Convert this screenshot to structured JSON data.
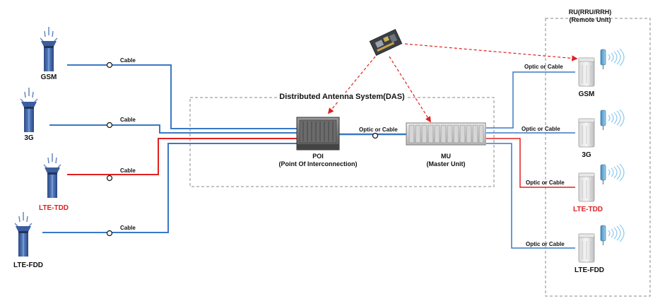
{
  "colors": {
    "blue_line": "#3a78c4",
    "red_line": "#e02020",
    "red_label": "#e01f1f",
    "dashed_border": "#888888"
  },
  "sources": [
    {
      "name": "GSM",
      "highlight": false
    },
    {
      "name": "3G",
      "highlight": false
    },
    {
      "name": "LTE-TDD",
      "highlight": true
    },
    {
      "name": "LTE-FDD",
      "highlight": false
    }
  ],
  "cable_label": "Cable",
  "optic_cable_label": "Optic or Cable",
  "das": {
    "title": "Distributed Antenna System(DAS)",
    "poi": {
      "name": "POI",
      "full": "(Point Of Interconnection)"
    },
    "mu": {
      "name": "MU",
      "full": "(Master Unit)"
    }
  },
  "ru": {
    "title": "RU(RRU/RRH)",
    "subtitle": "(Remote Unit)",
    "units": [
      {
        "name": "GSM",
        "highlight": false
      },
      {
        "name": "3G",
        "highlight": false
      },
      {
        "name": "LTE-TDD",
        "highlight": true
      },
      {
        "name": "LTE-FDD",
        "highlight": false
      }
    ]
  },
  "icons": {
    "antenna": "antenna-tower-icon",
    "poi": "rack-equipment-icon",
    "mu": "master-unit-chassis-icon",
    "ru": "remote-unit-icon",
    "controller": "circuit-board-icon",
    "signal": "signal-waves-icon"
  }
}
